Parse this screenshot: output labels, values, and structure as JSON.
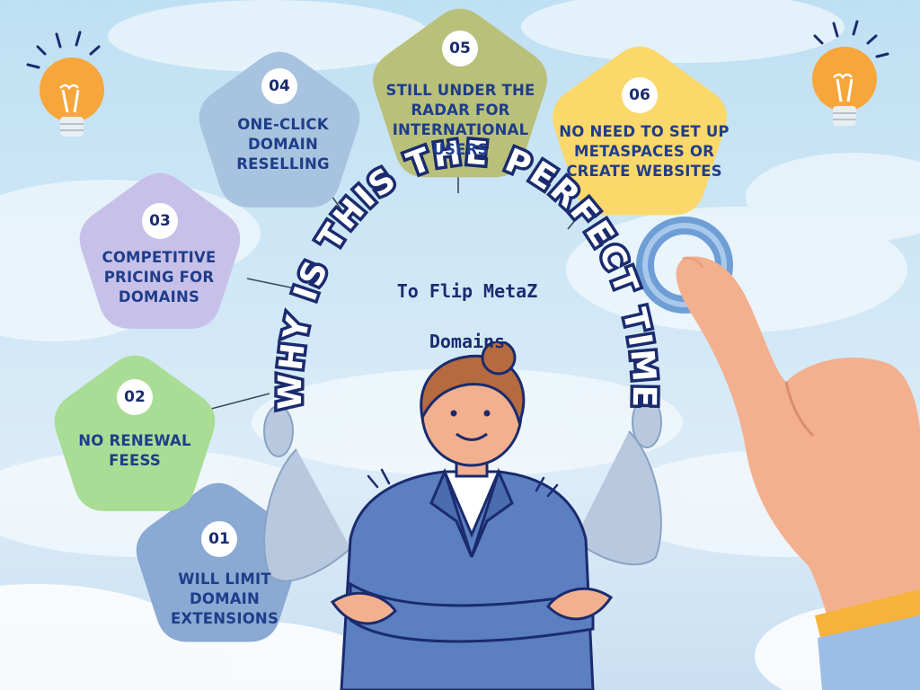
{
  "title": {
    "arc": "WHY IS THIS THE PERFECT TIME",
    "line1": "To Flip MetaZ",
    "line2": "Domains"
  },
  "items": [
    {
      "num": "01",
      "label": "WILL LIMIT DOMAIN EXTENSIONS",
      "color": "#8aa9d3"
    },
    {
      "num": "02",
      "label": "NO RENEWAL FEESS",
      "color": "#a9dc95"
    },
    {
      "num": "03",
      "label": "COMPETITIVE PRICING FOR DOMAINS",
      "color": "#c7c1ea"
    },
    {
      "num": "04",
      "label": "ONE-CLICK DOMAIN RESELLING",
      "color": "#a8c3df"
    },
    {
      "num": "05",
      "label": "STILL UNDER THE RADAR FOR INTERNATIONAL USERS",
      "color": "#b9c07a"
    },
    {
      "num": "06",
      "label": "NO NEED TO SET UP METASPACES OR CREATE WEBSITES",
      "color": "#fbd86a"
    }
  ],
  "colors": {
    "navy": "#1a2b6e",
    "label_blue": "#1f3d8a",
    "suit": "#5b7fc0",
    "bulb": "#f6a63a",
    "skin": "#f3b08f"
  },
  "icons": [
    "lightbulb-icon",
    "lightbulb-icon",
    "pointing-hand-icon",
    "ring-icon"
  ]
}
